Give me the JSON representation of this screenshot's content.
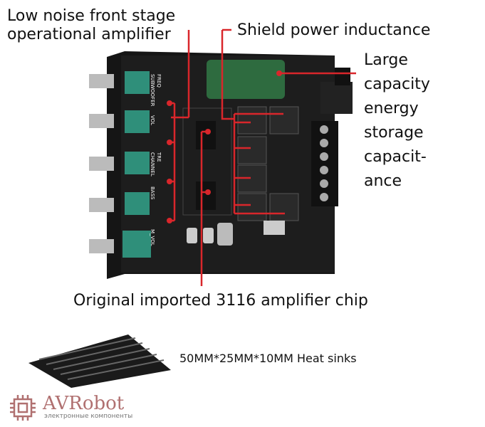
{
  "labels": {
    "front_stage_line1": "Low noise front stage",
    "front_stage_line2": "operational amplifier",
    "inductance": "Shield power inductance",
    "capacitor_lines": [
      "Large",
      "capacity",
      "energy",
      "storage",
      "capacit-",
      "ance"
    ],
    "chip": "Original imported 3116 amplifier chip",
    "heatsink": "50MM*25MM*10MM Heat sinks"
  },
  "board_silkscreen": [
    "FREQ",
    "SUBWOOFER",
    "VOL",
    "TRE",
    "CHANNEL",
    "BASS",
    "M_VOL"
  ],
  "logo": {
    "name": "AVRobot",
    "subtitle": "электронные компоненты"
  },
  "colors": {
    "annotation": "#d9262b",
    "board": "#1b1b1b",
    "pot": "#2f8f7a",
    "capacitor": "#2e6b3f",
    "logo": "#b07070"
  }
}
